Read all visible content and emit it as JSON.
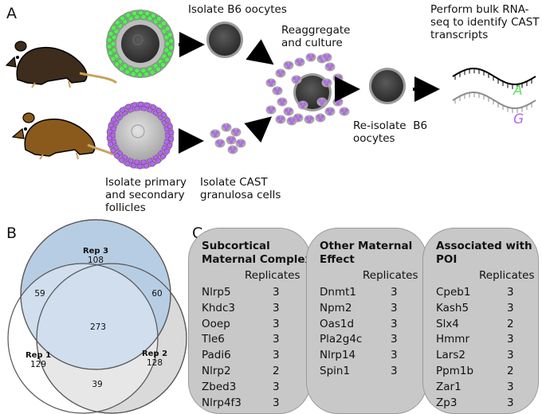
{
  "panels": {
    "a": "A",
    "b": "B",
    "c": "C"
  },
  "panel_a": {
    "isolate_b6": "Isolate B6 oocytes",
    "reaggregate": [
      "Reaggregate",
      "and culture"
    ],
    "rnaseq": [
      "Perform bulk RNA-",
      "seq to identify CAST",
      "transcripts"
    ],
    "isolate_primary": [
      "Isolate primary",
      "and secondary",
      "follicles"
    ],
    "isolate_cast": [
      "Isolate CAST",
      "granulosa cells"
    ],
    "reisolate": [
      "Re-isolate  B6",
      "oocytes"
    ],
    "allele_a": "A",
    "allele_g": "G",
    "colors": {
      "b6_mouse": "#3e2d1c",
      "cast_mouse": "#8a5a1c",
      "green": "#5ee85e",
      "purple": "#b268e8"
    }
  },
  "chart_data": {
    "type": "venn",
    "sets": [
      {
        "name": "Rep 1",
        "only": 129
      },
      {
        "name": "Rep 2",
        "only": 128
      },
      {
        "name": "Rep 3",
        "only": 108
      }
    ],
    "pairs": [
      {
        "sets": [
          "Rep 1",
          "Rep 3"
        ],
        "value": 59
      },
      {
        "sets": [
          "Rep 2",
          "Rep 3"
        ],
        "value": 60
      },
      {
        "sets": [
          "Rep 1",
          "Rep 2"
        ],
        "value": 39
      }
    ],
    "all_three": 273,
    "colors": {
      "Rep 1": "#ffffff",
      "Rep 2": "#dadada",
      "Rep 3": "#b7cde3"
    }
  },
  "panel_c": {
    "replicates_label": "Replicates",
    "groups": [
      {
        "title": [
          "Subcortical",
          "Maternal Complex"
        ],
        "genes": [
          {
            "name": "Nlrp5",
            "reps": "3"
          },
          {
            "name": "Khdc3",
            "reps": "3"
          },
          {
            "name": "Ooep",
            "reps": "3"
          },
          {
            "name": "Tle6",
            "reps": "3"
          },
          {
            "name": "Padi6",
            "reps": "3"
          },
          {
            "name": "Nlrp2",
            "reps": "2"
          },
          {
            "name": "Zbed3",
            "reps": "3"
          },
          {
            "name": "Nlrp4f3",
            "reps": "3"
          }
        ]
      },
      {
        "title": [
          "Other Maternal",
          "Effect"
        ],
        "genes": [
          {
            "name": "Dnmt1",
            "reps": "3"
          },
          {
            "name": "Npm2",
            "reps": "3"
          },
          {
            "name": "Oas1d",
            "reps": "3"
          },
          {
            "name": "Pla2g4c",
            "reps": "3"
          },
          {
            "name": "Nlrp14",
            "reps": "3"
          },
          {
            "name": "Spin1",
            "reps": "3"
          }
        ]
      },
      {
        "title": [
          "Associated with",
          "POI"
        ],
        "genes": [
          {
            "name": "Cpeb1",
            "reps": "3"
          },
          {
            "name": "Kash5",
            "reps": "3"
          },
          {
            "name": "Slx4",
            "reps": "2"
          },
          {
            "name": "Hmmr",
            "reps": "3"
          },
          {
            "name": "Lars2",
            "reps": "3"
          },
          {
            "name": "Ppm1b",
            "reps": "2"
          },
          {
            "name": "Zar1",
            "reps": "3"
          },
          {
            "name": "Zp3",
            "reps": "3"
          }
        ]
      }
    ]
  }
}
